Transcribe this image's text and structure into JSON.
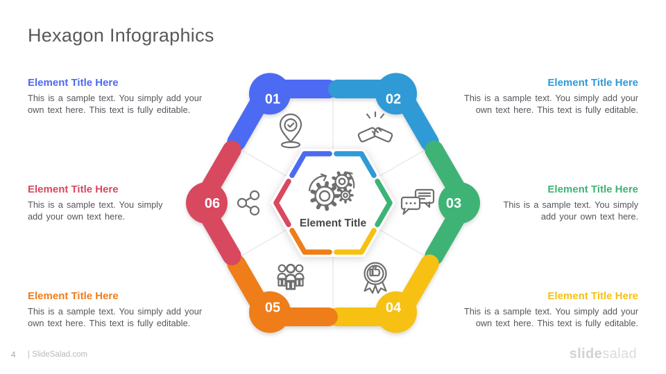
{
  "slide": {
    "title": "Hexagon Infographics",
    "page_number": "4",
    "footer": "| SlideSalad.com",
    "brand_bold": "slide",
    "brand_light": "salad"
  },
  "center": {
    "title": "Element Title",
    "icon": "gears-process-icon"
  },
  "callouts": [
    {
      "num": "01",
      "placement": "top-left",
      "color": "#4c6af2",
      "title": "Element Title Here",
      "line1": "This is a sample text. You simply add your",
      "line2": "own text here. This text is fully editable.",
      "icon": "location-pin-check-icon"
    },
    {
      "num": "02",
      "placement": "top-right",
      "color": "#2f9ad6",
      "title": "Element Title Here",
      "line1": "This is a sample text. You simply add your",
      "line2": "own text here. This text is fully editable.",
      "icon": "handshake-icon"
    },
    {
      "num": "03",
      "placement": "middle-right",
      "color": "#3eb375",
      "title": "Element Title Here",
      "line1": "This is a sample text. You simply",
      "line2": "add your own text here.",
      "icon": "chat-bubbles-icon"
    },
    {
      "num": "04",
      "placement": "bottom-right",
      "color": "#f6c113",
      "title": "Element Title Here",
      "line1": "This is a sample text. You simply add your",
      "line2": "own text here. This text is fully editable.",
      "icon": "award-thumbs-up-icon"
    },
    {
      "num": "05",
      "placement": "bottom-left",
      "color": "#ee7d1a",
      "title": "Element Title Here",
      "line1": "This is a sample text. You simply add your",
      "line2": "own text here. This text is fully editable.",
      "icon": "people-group-icon"
    },
    {
      "num": "06",
      "placement": "middle-left",
      "color": "#d8485f",
      "title": "Element Title Here",
      "line1": "This is a sample text. You simply",
      "line2": "add your own text here.",
      "icon": "share-network-icon"
    }
  ]
}
